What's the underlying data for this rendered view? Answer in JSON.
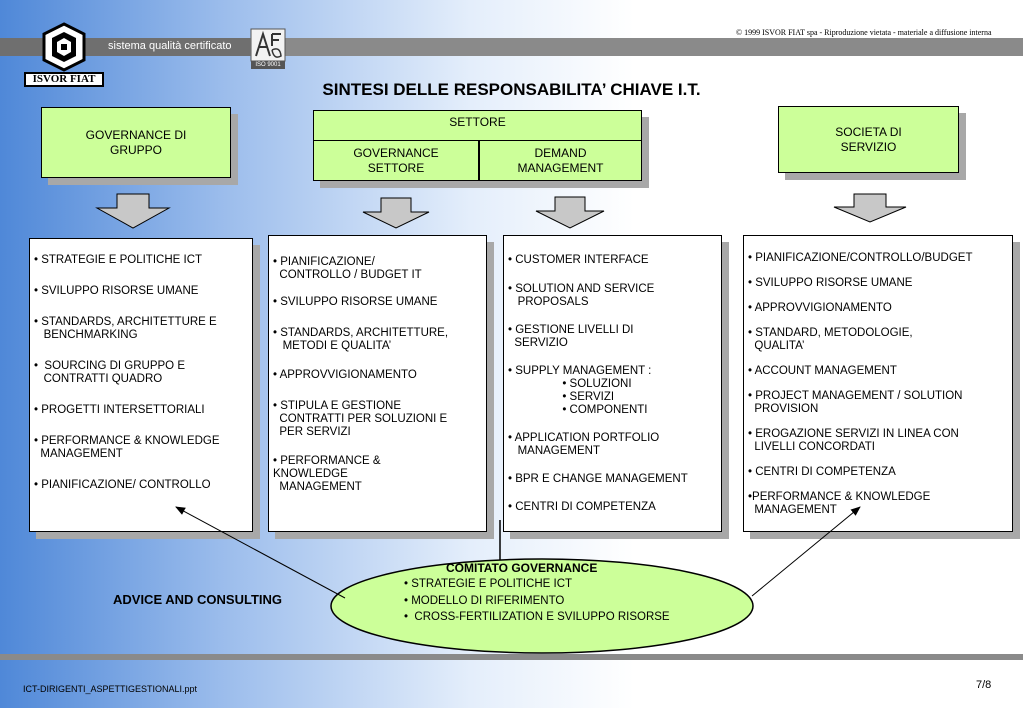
{
  "header": {
    "tagline": "sistema qualità certificato",
    "copyright": "© 1999 ISVOR FIAT spa - Riproduzione vietata - materiale a diffusione interna",
    "logo_name": "ISVOR FIAT",
    "logo_icon": "isvor-fiat-logo",
    "cert_logo_text": "ISO 9001"
  },
  "title": "SINTESI DELLE RESPONSABILITA’ CHIAVE I.T.",
  "top_boxes": {
    "group": {
      "line1": "GOVERNANCE DI",
      "line2": "GRUPPO"
    },
    "settore": {
      "head": "SETTORE",
      "left": {
        "line1": "GOVERNANCE",
        "line2": "SETTORE"
      },
      "right": {
        "line1": "DEMAND",
        "line2": "MANAGEMENT"
      }
    },
    "societa": {
      "line1": "SOCIETA DI",
      "line2": "SERVIZIO"
    }
  },
  "panels": {
    "group": [
      "• STRATEGIE E POLITICHE ICT",
      "• SVILUPPO RISORSE UMANE",
      "• STANDARDS, ARCHITETTURE E\n   BENCHMARKING",
      "•  SOURCING DI GRUPPO E\n   CONTRATTI QUADRO",
      "• PROGETTI INTERSETTORIALI",
      "• PERFORMANCE & KNOWLEDGE\n  MANAGEMENT",
      "• PIANIFICAZIONE/ CONTROLLO"
    ],
    "governance_settore": [
      "• PIANIFICAZIONE/\n  CONTROLLO / BUDGET IT",
      "• SVILUPPO RISORSE UMANE",
      "• STANDARDS, ARCHITETTURE,\n   METODI E QUALITA’",
      "• APPROVVIGIONAMENTO",
      "• STIPULA E GESTIONE\n  CONTRATTI PER SOLUZIONI E\n  PER SERVIZI",
      "• PERFORMANCE &\nKNOWLEDGE\n  MANAGEMENT"
    ],
    "demand": [
      "• CUSTOMER INTERFACE",
      "• SOLUTION AND SERVICE\n   PROPOSALS",
      "• GESTIONE LIVELLI DI\n  SERVIZIO",
      "• SUPPLY MANAGEMENT :\n                 • SOLUZIONI\n                 • SERVIZI\n                 • COMPONENTI",
      "• APPLICATION PORTFOLIO\n   MANAGEMENT",
      "• BPR E CHANGE MANAGEMENT",
      "• CENTRI DI COMPETENZA"
    ],
    "societa": [
      "• PIANIFICAZIONE/CONTROLLO/BUDGET",
      "• SVILUPPO RISORSE UMANE",
      "• APPROVVIGIONAMENTO",
      "• STANDARD, METODOLOGIE,\n  QUALITA’",
      "• ACCOUNT MANAGEMENT",
      "• PROJECT MANAGEMENT / SOLUTION\n  PROVISION",
      "• EROGAZIONE SERVIZI IN LINEA CON\n  LIVELLI CONCORDATI",
      "• CENTRI DI COMPETENZA",
      "•PERFORMANCE & KNOWLEDGE\n  MANAGEMENT"
    ]
  },
  "committee": {
    "title": "COMITATO GOVERNANCE",
    "items": [
      "• STRATEGIE E POLITICHE ICT",
      "• MODELLO DI RIFERIMENTO",
      "•  CROSS-FERTILIZATION E SVILUPPO RISORSE"
    ]
  },
  "advice": "ADVICE  AND CONSULTING",
  "footer": {
    "file": "ICT-DIRIGENTI_ASPETTIGESTIONALI.ppt",
    "page": "7/8"
  },
  "colors": {
    "box_fill": "#ccff99",
    "header_gradient": "#4f88d8",
    "bar_gray": "#8a8a8a",
    "shadow": "#a8a8a8"
  }
}
